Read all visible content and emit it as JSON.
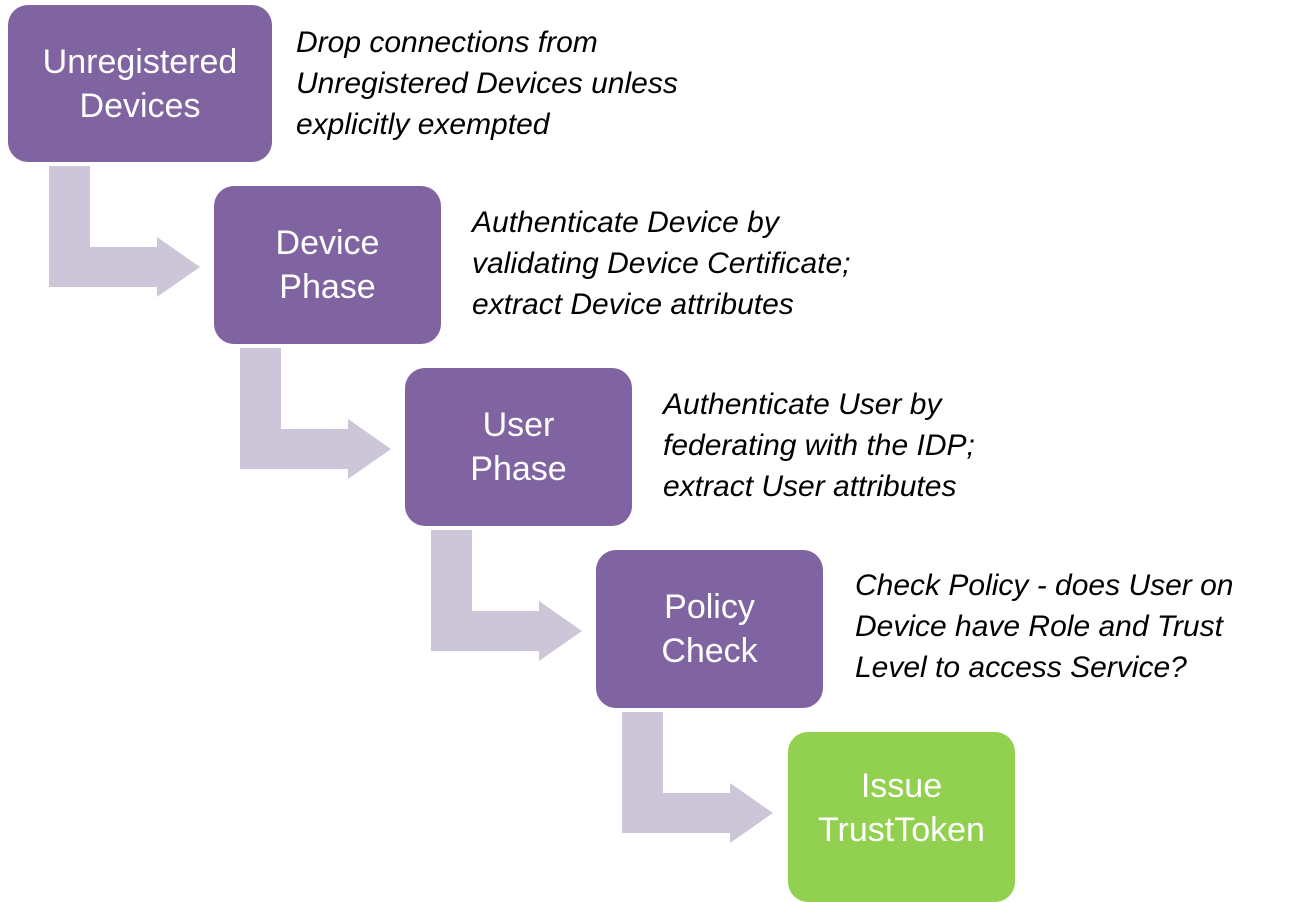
{
  "colors": {
    "step": "#8064a2",
    "final_step": "#92d050",
    "arrow": "#cdc6d9"
  },
  "steps": [
    {
      "label": [
        "Unregistered",
        "Devices"
      ],
      "description": [
        "Drop connections from",
        "Unregistered Devices unless",
        "explicitly exempted"
      ]
    },
    {
      "label": [
        "Device",
        "Phase"
      ],
      "description": [
        "Authenticate Device by",
        "validating Device Certificate;",
        "extract Device attributes"
      ]
    },
    {
      "label": [
        "User",
        "Phase"
      ],
      "description": [
        "Authenticate User by",
        "federating with the IDP;",
        "extract User attributes"
      ]
    },
    {
      "label": [
        "Policy",
        "Check"
      ],
      "description": [
        "Check Policy - does User on",
        "Device have Role and Trust",
        "Level to access Service?"
      ]
    },
    {
      "label": [
        "Issue",
        "TrustToken"
      ]
    }
  ]
}
